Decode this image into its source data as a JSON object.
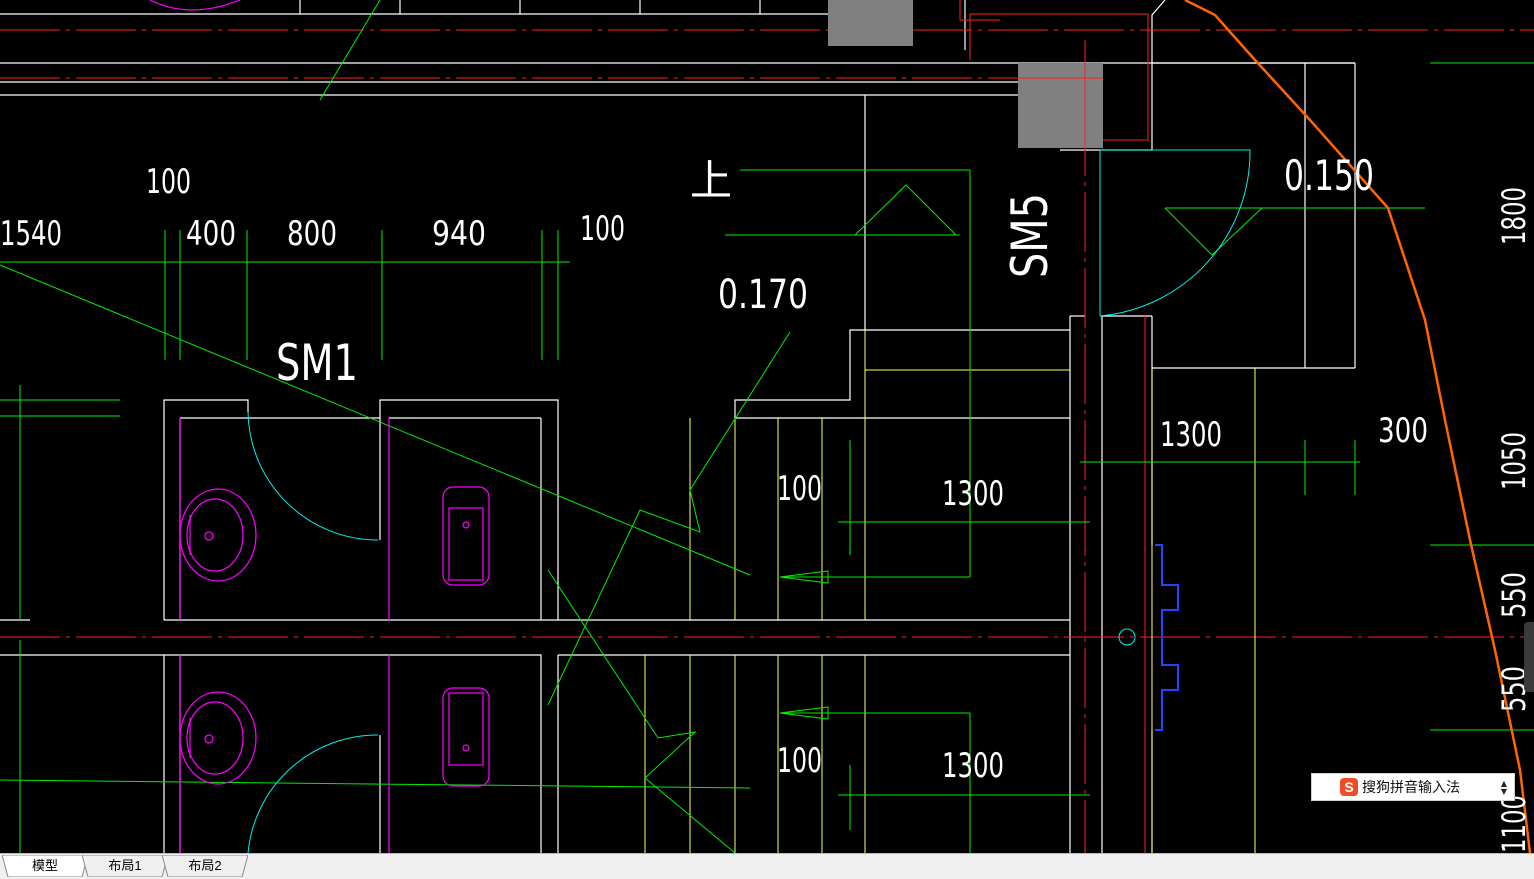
{
  "drawing": {
    "dimensions_top": [
      "1540",
      "400",
      "800",
      "940",
      "100"
    ],
    "dim_100_upper": "100",
    "elevation_stair": "0.170",
    "elevation_right": "0.150",
    "stair_up_label": "上",
    "door_sm1": "SM1",
    "door_sm5": "SM5",
    "dim_1300_right": "1300",
    "dim_300_right": "300",
    "dim_100_mid": "100",
    "dim_1300_mid": "1300",
    "dim_100_low": "100",
    "dim_1300_low": "1300",
    "vertical_dims": [
      "1800",
      "1050",
      "550",
      "550",
      "1100"
    ]
  },
  "tabs": [
    {
      "label": "模型",
      "active": true
    },
    {
      "label": "布局1",
      "active": false
    },
    {
      "label": "布局2",
      "active": false
    }
  ],
  "ime": {
    "logo": "S",
    "label": "搜狗拼音输入法"
  },
  "colors": {
    "wall": "#ffffff",
    "axis": "#ff0000",
    "dimension": "#00ff00",
    "stair": "#ffff66",
    "fixture": "#ff00ff",
    "door": "#00ffff",
    "boundary": "#ff6600",
    "column": "#808080",
    "window": "#0000ff"
  }
}
